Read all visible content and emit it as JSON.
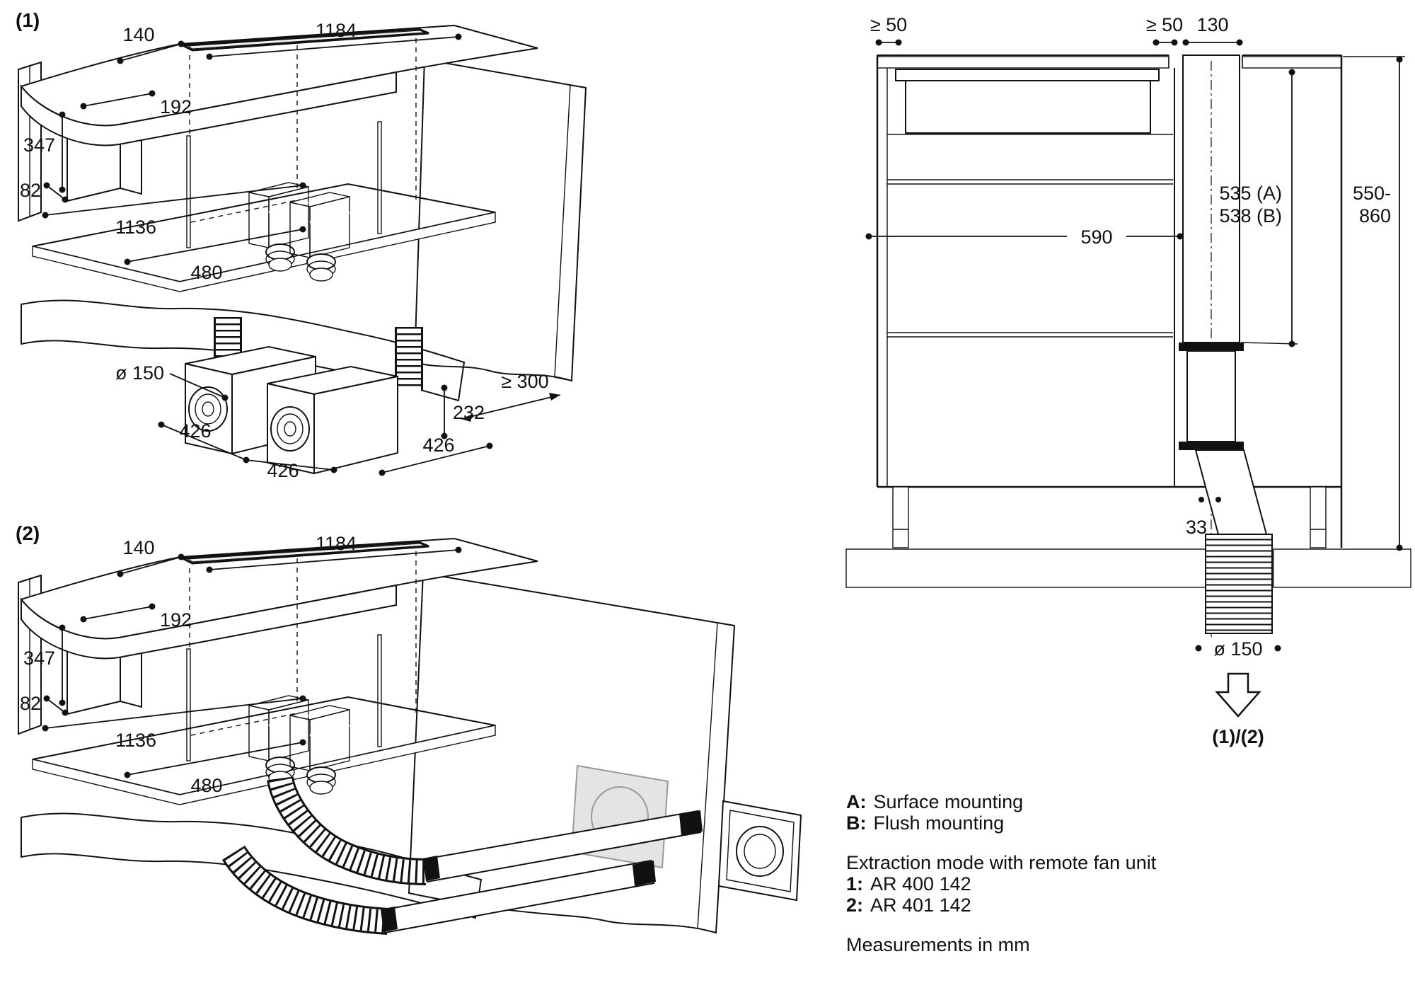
{
  "figure1": {
    "label": "(1)",
    "dims": {
      "slot_offset": "140",
      "slot_length": "1184",
      "module_width": "192",
      "module_height": "347",
      "module_depth": "82",
      "base_length": "1136",
      "base_depth": "480",
      "duct_diameter": "ø 150",
      "wall_clearance": "≥ 300",
      "fan_height": "232",
      "fan_dim_a": "426",
      "fan_dim_b": "426",
      "fan_dim_c": "426"
    }
  },
  "figure2": {
    "label": "(2)",
    "dims": {
      "slot_offset": "140",
      "slot_length": "1184",
      "module_width": "192",
      "module_height": "347",
      "module_depth": "82",
      "base_length": "1136",
      "base_depth": "480"
    }
  },
  "section": {
    "dims": {
      "clearance_left": "≥ 50",
      "clearance_right": "≥ 50",
      "duct_width": "130",
      "cabinet_inner_width": "590",
      "height_surface": "535 (A)",
      "height_flush": "538 (B)",
      "height_range_top": "550-",
      "height_range_bottom": "860",
      "center_offset": "33",
      "hose_diameter": "ø 150"
    },
    "outlet_label": "(1)/(2)"
  },
  "legend": {
    "a_key": "A:",
    "a_text": "Surface mounting",
    "b_key": "B:",
    "b_text": "Flush mounting",
    "mode_line": "Extraction mode with remote fan unit",
    "item1_key": "1:",
    "item1_text": "AR 400 142",
    "item2_key": "2:",
    "item2_text": "AR 401 142",
    "units_line": "Measurements in mm"
  },
  "colors": {
    "line": "#111111",
    "floor_gray": "#9b9b9b",
    "cut_edge_gray": "#b3b3b3",
    "shelf_gray": "#ececec"
  }
}
